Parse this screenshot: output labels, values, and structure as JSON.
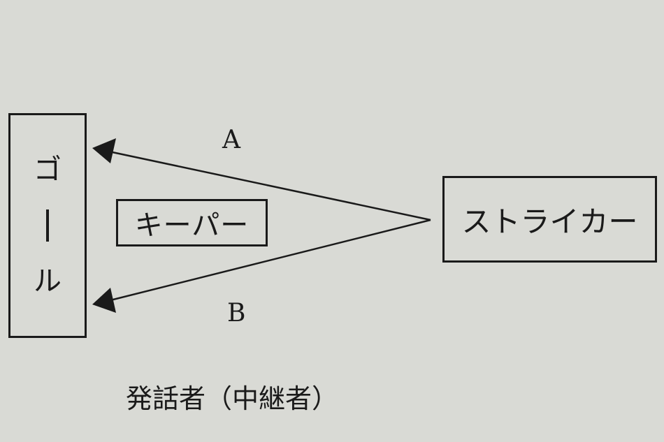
{
  "goal": {
    "chars": [
      "ゴ",
      "ー",
      "ル"
    ]
  },
  "keeper": {
    "label": "キーパー"
  },
  "striker": {
    "label": "ストライカー"
  },
  "routes": {
    "a_label": "A",
    "b_label": "B"
  },
  "caption": "発話者（中継者）",
  "colors": {
    "background": "#d9dad5",
    "ink": "#1a1a1a"
  }
}
